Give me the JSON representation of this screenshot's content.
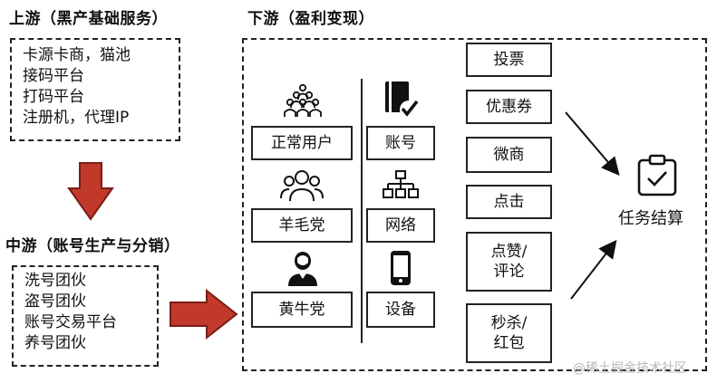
{
  "upstream": {
    "title": "上游（黑产基础服务）",
    "items": [
      "卡源卡商，猫池",
      "接码平台",
      "打码平台",
      "注册机，代理IP"
    ]
  },
  "midstream": {
    "title": "中游（账号生产与分销）",
    "items": [
      "洗号团伙",
      "盗号团伙",
      "账号交易平台",
      "养号团伙"
    ]
  },
  "downstream": {
    "title": "下游（盈利变现）",
    "actors": [
      "正常用户",
      "羊毛党",
      "黄牛党"
    ],
    "resources": [
      "账号",
      "网络",
      "设备"
    ],
    "actions": [
      "投票",
      "优惠券",
      "微商",
      "点击",
      "点赞/评论",
      "秒杀/红包"
    ],
    "target": "任务结算"
  },
  "icons": {
    "crowd": "crowd-icon",
    "group": "group-icon",
    "person": "person-icon",
    "account": "account-book-icon",
    "network": "network-icon",
    "device": "phone-icon",
    "task": "clipboard-check-icon"
  },
  "colors": {
    "arrow_fill": "#c0392b",
    "arrow_stroke": "#7a1d16"
  },
  "watermark": "@稀土掘金技术社区"
}
